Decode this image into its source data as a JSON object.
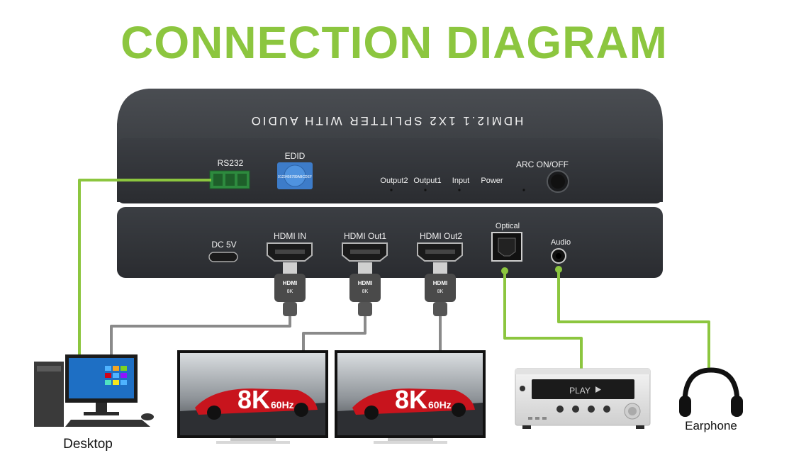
{
  "title": "CONNECTION DIAGRAM",
  "device": {
    "top_label": "HDMI2.1 1X2 SPLITTER WITH AUDIO",
    "rs232": "RS232",
    "edid": "EDID",
    "dial_digits": "0123456789ABCDEF",
    "leds": [
      "Output2",
      "Output1",
      "Input",
      "Power"
    ],
    "arc": "ARC ON/OFF",
    "ports": {
      "dc": "DC 5V",
      "hdmi_in": "HDMI IN",
      "hdmi_out1": "HDMI Out1",
      "hdmi_out2": "HDMI Out2",
      "optical": "Optical",
      "audio": "Audio"
    }
  },
  "connector": {
    "line1": "HDMI",
    "line2": "8K"
  },
  "screen": {
    "big": "8K",
    "small": "60Hz"
  },
  "amplifier": {
    "display": "PLAY"
  },
  "devices": {
    "desktop": "Desktop",
    "earphone": "Earphone"
  },
  "colors": {
    "accent": "#8cc63f",
    "cable_gray": "#8a8a8a",
    "device_body": "#3a3d42"
  }
}
